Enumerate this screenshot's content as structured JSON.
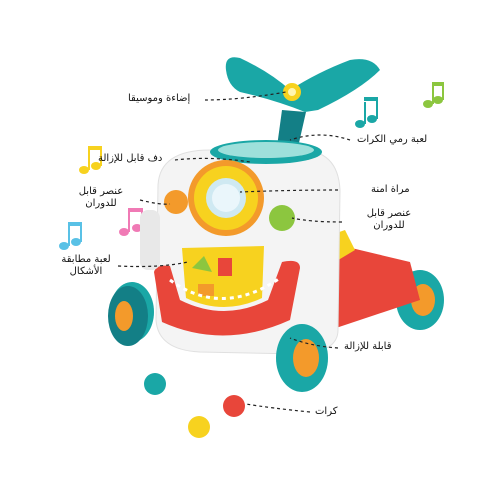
{
  "labels": {
    "light_music": "إضاءة وموسيقا",
    "ball_throw": "لعبة رمي الكرات",
    "drum": "دف قابل للإزالة",
    "mirror": "مراة امنة",
    "rotating_left": "عنصر قابل للدوران",
    "rotating_right": "عنصر قابل للدوران",
    "shape_sorter": "لعبة مطابقة الأشكال",
    "removable": "قابلة للإزالة",
    "balls": "كرات"
  },
  "colors": {
    "teal": "#1aa7a6",
    "dark_teal": "#137f86",
    "red": "#e8463a",
    "orange": "#f39a2b",
    "yellow": "#f7d21f",
    "green": "#8cc63f",
    "pink": "#f07ab5",
    "light_blue": "#59c1e6",
    "white_body": "#f4f4f4"
  },
  "icons": [
    "music-note-icon",
    "music-note-icon",
    "music-note-icon",
    "music-note-icon",
    "music-note-icon"
  ]
}
